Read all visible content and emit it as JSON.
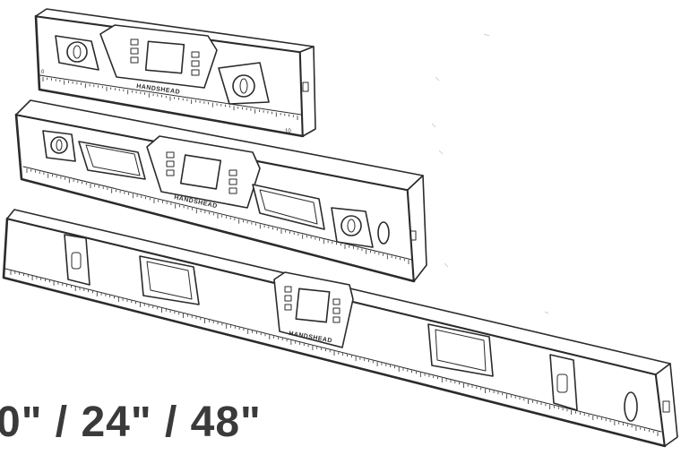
{
  "figure": {
    "caption": "0\" / 24\" / 48\"",
    "brand_label": "HANDSHEAD",
    "products": [
      {
        "name": "short-level",
        "scale_start": "0",
        "scale_end": "10"
      },
      {
        "name": "medium-level"
      },
      {
        "name": "long-level"
      }
    ]
  }
}
